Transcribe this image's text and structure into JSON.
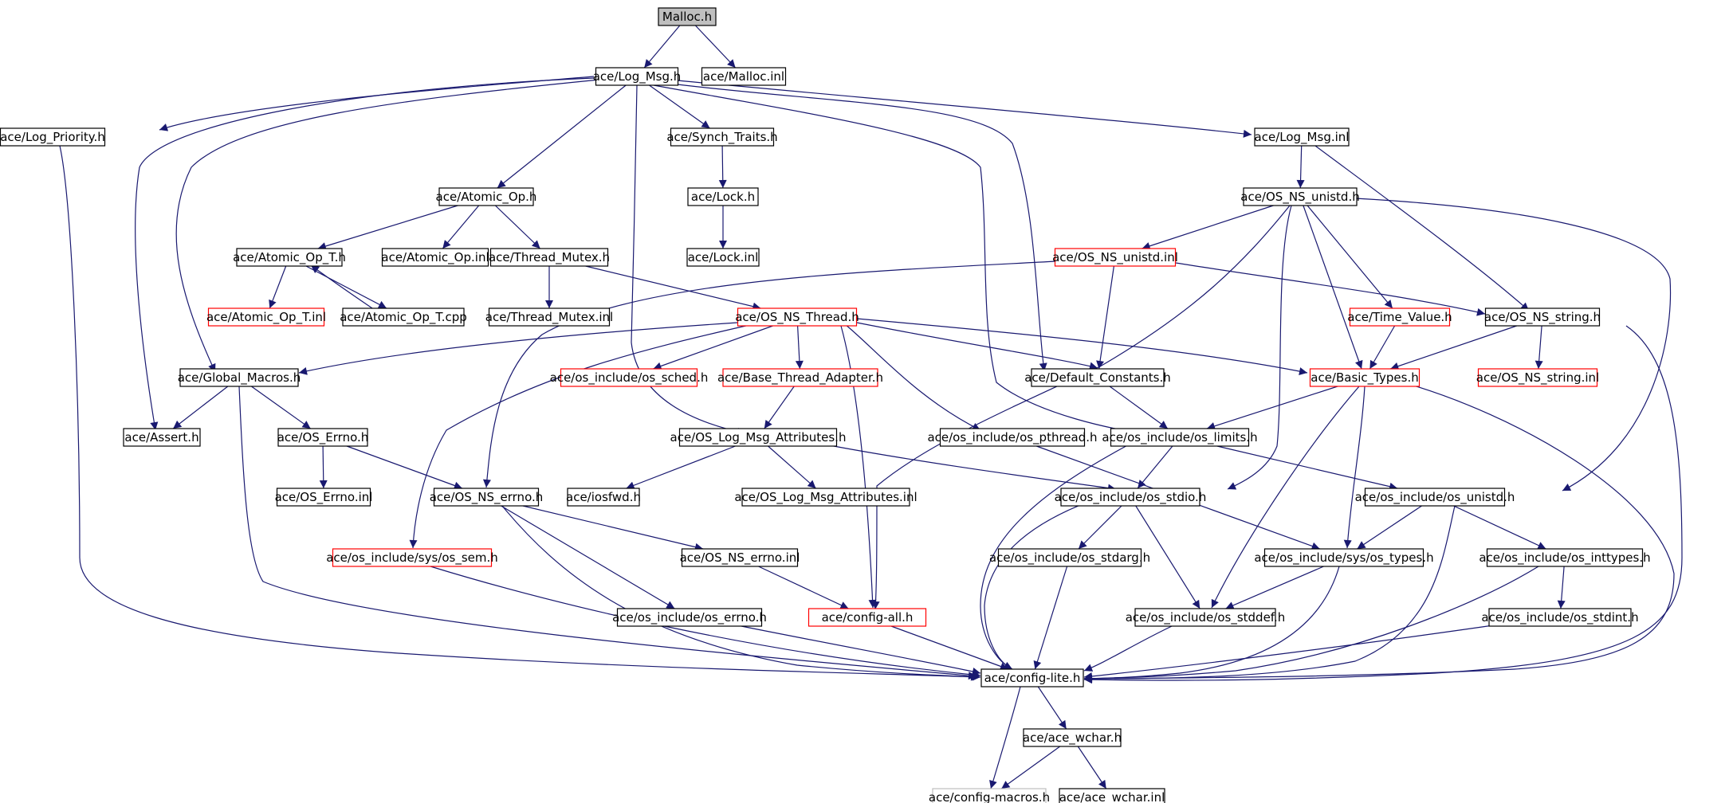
{
  "colors": {
    "edge": "#191970",
    "normal_border": "#000000",
    "truncated_border": "#ff0000",
    "missing_border": "#bfbfbf",
    "root_fill": "#bfbfbf",
    "node_fill": "#ffffff"
  },
  "nodes": [
    {
      "id": "malloc_h",
      "label": "Malloc.h",
      "kind": "root"
    },
    {
      "id": "log_msg_h",
      "label": "ace/Log_Msg.h",
      "kind": "normal"
    },
    {
      "id": "malloc_inl",
      "label": "ace/Malloc.inl",
      "kind": "normal"
    },
    {
      "id": "log_priority_h",
      "label": "ace/Log_Priority.h",
      "kind": "normal"
    },
    {
      "id": "synch_traits_h",
      "label": "ace/Synch_Traits.h",
      "kind": "normal"
    },
    {
      "id": "log_msg_inl",
      "label": "ace/Log_Msg.inl",
      "kind": "normal"
    },
    {
      "id": "atomic_op_h",
      "label": "ace/Atomic_Op.h",
      "kind": "normal"
    },
    {
      "id": "lock_h",
      "label": "ace/Lock.h",
      "kind": "normal"
    },
    {
      "id": "os_ns_unistd_h",
      "label": "ace/OS_NS_unistd.h",
      "kind": "normal"
    },
    {
      "id": "atomic_op_t_h",
      "label": "ace/Atomic_Op_T.h",
      "kind": "normal"
    },
    {
      "id": "atomic_op_inl",
      "label": "ace/Atomic_Op.inl",
      "kind": "normal"
    },
    {
      "id": "thread_mutex_h",
      "label": "ace/Thread_Mutex.h",
      "kind": "normal"
    },
    {
      "id": "lock_inl",
      "label": "ace/Lock.inl",
      "kind": "normal"
    },
    {
      "id": "os_ns_unistd_inl",
      "label": "ace/OS_NS_unistd.inl",
      "kind": "truncated"
    },
    {
      "id": "atomic_op_t_inl",
      "label": "ace/Atomic_Op_T.inl",
      "kind": "truncated"
    },
    {
      "id": "atomic_op_t_cpp",
      "label": "ace/Atomic_Op_T.cpp",
      "kind": "normal"
    },
    {
      "id": "thread_mutex_inl",
      "label": "ace/Thread_Mutex.inl",
      "kind": "normal"
    },
    {
      "id": "os_ns_thread_h",
      "label": "ace/OS_NS_Thread.h",
      "kind": "truncated"
    },
    {
      "id": "time_value_h",
      "label": "ace/Time_Value.h",
      "kind": "truncated"
    },
    {
      "id": "os_ns_string_h",
      "label": "ace/OS_NS_string.h",
      "kind": "normal"
    },
    {
      "id": "global_macros_h",
      "label": "ace/Global_Macros.h",
      "kind": "normal"
    },
    {
      "id": "os_sched_h",
      "label": "ace/os_include/os_sched.h",
      "kind": "truncated"
    },
    {
      "id": "base_thread_adapter_h",
      "label": "ace/Base_Thread_Adapter.h",
      "kind": "truncated"
    },
    {
      "id": "default_constants_h",
      "label": "ace/Default_Constants.h",
      "kind": "normal"
    },
    {
      "id": "basic_types_h",
      "label": "ace/Basic_Types.h",
      "kind": "truncated"
    },
    {
      "id": "os_ns_string_inl",
      "label": "ace/OS_NS_string.inl",
      "kind": "truncated"
    },
    {
      "id": "assert_h",
      "label": "ace/Assert.h",
      "kind": "normal"
    },
    {
      "id": "os_errno_h",
      "label": "ace/OS_Errno.h",
      "kind": "normal"
    },
    {
      "id": "os_log_msg_attributes_h",
      "label": "ace/OS_Log_Msg_Attributes.h",
      "kind": "normal"
    },
    {
      "id": "os_pthread_h",
      "label": "ace/os_include/os_pthread.h",
      "kind": "normal"
    },
    {
      "id": "os_limits_h",
      "label": "ace/os_include/os_limits.h",
      "kind": "normal"
    },
    {
      "id": "os_errno_inl",
      "label": "ace/OS_Errno.inl",
      "kind": "normal"
    },
    {
      "id": "os_ns_errno_h",
      "label": "ace/OS_NS_errno.h",
      "kind": "normal"
    },
    {
      "id": "iosfwd_h",
      "label": "ace/iosfwd.h",
      "kind": "normal"
    },
    {
      "id": "os_log_msg_attributes_inl",
      "label": "ace/OS_Log_Msg_Attributes.inl",
      "kind": "normal"
    },
    {
      "id": "os_stdio_h",
      "label": "ace/os_include/os_stdio.h",
      "kind": "normal"
    },
    {
      "id": "os_unistd_h",
      "label": "ace/os_include/os_unistd.h",
      "kind": "normal"
    },
    {
      "id": "os_sem_h",
      "label": "ace/os_include/sys/os_sem.h",
      "kind": "truncated"
    },
    {
      "id": "os_ns_errno_inl",
      "label": "ace/OS_NS_errno.inl",
      "kind": "normal"
    },
    {
      "id": "os_stdarg_h",
      "label": "ace/os_include/os_stdarg.h",
      "kind": "normal"
    },
    {
      "id": "os_types_h",
      "label": "ace/os_include/sys/os_types.h",
      "kind": "normal"
    },
    {
      "id": "os_inttypes_h",
      "label": "ace/os_include/os_inttypes.h",
      "kind": "normal"
    },
    {
      "id": "os_errno_include_h",
      "label": "ace/os_include/os_errno.h",
      "kind": "normal"
    },
    {
      "id": "config_all_h",
      "label": "ace/config-all.h",
      "kind": "truncated"
    },
    {
      "id": "os_stddef_h",
      "label": "ace/os_include/os_stddef.h",
      "kind": "normal"
    },
    {
      "id": "os_stdint_h",
      "label": "ace/os_include/os_stdint.h",
      "kind": "normal"
    },
    {
      "id": "config_lite_h",
      "label": "ace/config-lite.h",
      "kind": "normal"
    },
    {
      "id": "ace_wchar_h",
      "label": "ace/ace_wchar.h",
      "kind": "normal"
    },
    {
      "id": "config_macros_h",
      "label": "ace/config-macros.h",
      "kind": "missing"
    },
    {
      "id": "ace_wchar_inl",
      "label": "ace/ace_wchar.inl",
      "kind": "normal"
    }
  ],
  "edges": [
    [
      "malloc_h",
      "log_msg_h"
    ],
    [
      "malloc_h",
      "malloc_inl"
    ],
    [
      "log_msg_h",
      "log_priority_h"
    ],
    [
      "log_msg_h",
      "assert_h"
    ],
    [
      "log_msg_h",
      "global_macros_h"
    ],
    [
      "log_msg_h",
      "atomic_op_h"
    ],
    [
      "log_msg_h",
      "os_log_msg_attributes_h"
    ],
    [
      "log_msg_h",
      "synch_traits_h"
    ],
    [
      "log_msg_h",
      "os_limits_h"
    ],
    [
      "log_msg_h",
      "default_constants_h"
    ],
    [
      "log_msg_h",
      "log_msg_inl"
    ],
    [
      "log_priority_h",
      "config_lite_h"
    ],
    [
      "synch_traits_h",
      "lock_h"
    ],
    [
      "lock_h",
      "lock_inl"
    ],
    [
      "log_msg_inl",
      "os_ns_unistd_h"
    ],
    [
      "log_msg_inl",
      "os_ns_string_h"
    ],
    [
      "atomic_op_h",
      "atomic_op_t_h"
    ],
    [
      "atomic_op_h",
      "atomic_op_inl"
    ],
    [
      "atomic_op_h",
      "thread_mutex_h"
    ],
    [
      "atomic_op_t_h",
      "atomic_op_t_inl"
    ],
    [
      "atomic_op_t_h",
      "atomic_op_t_cpp"
    ],
    [
      "atomic_op_t_cpp",
      "atomic_op_t_h"
    ],
    [
      "thread_mutex_h",
      "thread_mutex_inl"
    ],
    [
      "thread_mutex_h",
      "os_ns_thread_h"
    ],
    [
      "os_ns_unistd_h",
      "os_ns_unistd_inl"
    ],
    [
      "os_ns_unistd_h",
      "time_value_h"
    ],
    [
      "os_ns_unistd_h",
      "basic_types_h"
    ],
    [
      "os_ns_unistd_h",
      "os_stdio_h"
    ],
    [
      "os_ns_unistd_h",
      "os_unistd_h"
    ],
    [
      "os_ns_unistd_h",
      "config_all_h"
    ],
    [
      "os_ns_unistd_inl",
      "default_constants_h"
    ],
    [
      "os_ns_unistd_inl",
      "os_ns_string_h"
    ],
    [
      "os_ns_unistd_inl",
      "os_ns_errno_h"
    ],
    [
      "time_value_h",
      "basic_types_h"
    ],
    [
      "os_ns_string_h",
      "basic_types_h"
    ],
    [
      "os_ns_string_h",
      "os_ns_string_inl"
    ],
    [
      "os_ns_string_h",
      "config_lite_h"
    ],
    [
      "os_ns_thread_h",
      "global_macros_h"
    ],
    [
      "os_ns_thread_h",
      "os_sched_h"
    ],
    [
      "os_ns_thread_h",
      "base_thread_adapter_h"
    ],
    [
      "os_ns_thread_h",
      "default_constants_h"
    ],
    [
      "os_ns_thread_h",
      "basic_types_h"
    ],
    [
      "os_ns_thread_h",
      "os_pthread_h"
    ],
    [
      "os_ns_thread_h",
      "os_sem_h"
    ],
    [
      "os_ns_thread_h",
      "config_all_h"
    ],
    [
      "global_macros_h",
      "assert_h"
    ],
    [
      "global_macros_h",
      "os_errno_h"
    ],
    [
      "global_macros_h",
      "config_lite_h"
    ],
    [
      "base_thread_adapter_h",
      "os_log_msg_attributes_h"
    ],
    [
      "default_constants_h",
      "os_limits_h"
    ],
    [
      "basic_types_h",
      "os_limits_h"
    ],
    [
      "basic_types_h",
      "os_types_h"
    ],
    [
      "basic_types_h",
      "os_stddef_h"
    ],
    [
      "basic_types_h",
      "config_lite_h"
    ],
    [
      "os_errno_h",
      "os_errno_inl"
    ],
    [
      "os_errno_h",
      "os_ns_errno_h"
    ],
    [
      "os_log_msg_attributes_h",
      "iosfwd_h"
    ],
    [
      "os_log_msg_attributes_h",
      "os_log_msg_attributes_inl"
    ],
    [
      "os_log_msg_attributes_h",
      "os_stdio_h"
    ],
    [
      "os_pthread_h",
      "os_types_h"
    ],
    [
      "os_limits_h",
      "os_stdio_h"
    ],
    [
      "os_limits_h",
      "os_unistd_h"
    ],
    [
      "os_limits_h",
      "config_lite_h"
    ],
    [
      "os_ns_errno_h",
      "os_ns_errno_inl"
    ],
    [
      "os_ns_errno_h",
      "os_errno_include_h"
    ],
    [
      "os_ns_errno_h",
      "config_lite_h"
    ],
    [
      "os_ns_errno_inl",
      "config_all_h"
    ],
    [
      "os_stdio_h",
      "os_stdarg_h"
    ],
    [
      "os_stdio_h",
      "os_stddef_h"
    ],
    [
      "os_stdio_h",
      "config_lite_h"
    ],
    [
      "os_unistd_h",
      "os_types_h"
    ],
    [
      "os_unistd_h",
      "os_inttypes_h"
    ],
    [
      "os_unistd_h",
      "config_lite_h"
    ],
    [
      "os_sem_h",
      "config_lite_h"
    ],
    [
      "os_stdarg_h",
      "config_lite_h"
    ],
    [
      "os_types_h",
      "os_stddef_h"
    ],
    [
      "os_types_h",
      "config_lite_h"
    ],
    [
      "os_inttypes_h",
      "os_stdint_h"
    ],
    [
      "os_inttypes_h",
      "config_lite_h"
    ],
    [
      "os_errno_include_h",
      "config_lite_h"
    ],
    [
      "config_all_h",
      "config_lite_h"
    ],
    [
      "os_stddef_h",
      "config_lite_h"
    ],
    [
      "os_stdint_h",
      "config_lite_h"
    ],
    [
      "config_lite_h",
      "ace_wchar_h"
    ],
    [
      "config_lite_h",
      "config_macros_h"
    ],
    [
      "ace_wchar_h",
      "config_macros_h"
    ],
    [
      "ace_wchar_h",
      "ace_wchar_inl"
    ]
  ]
}
